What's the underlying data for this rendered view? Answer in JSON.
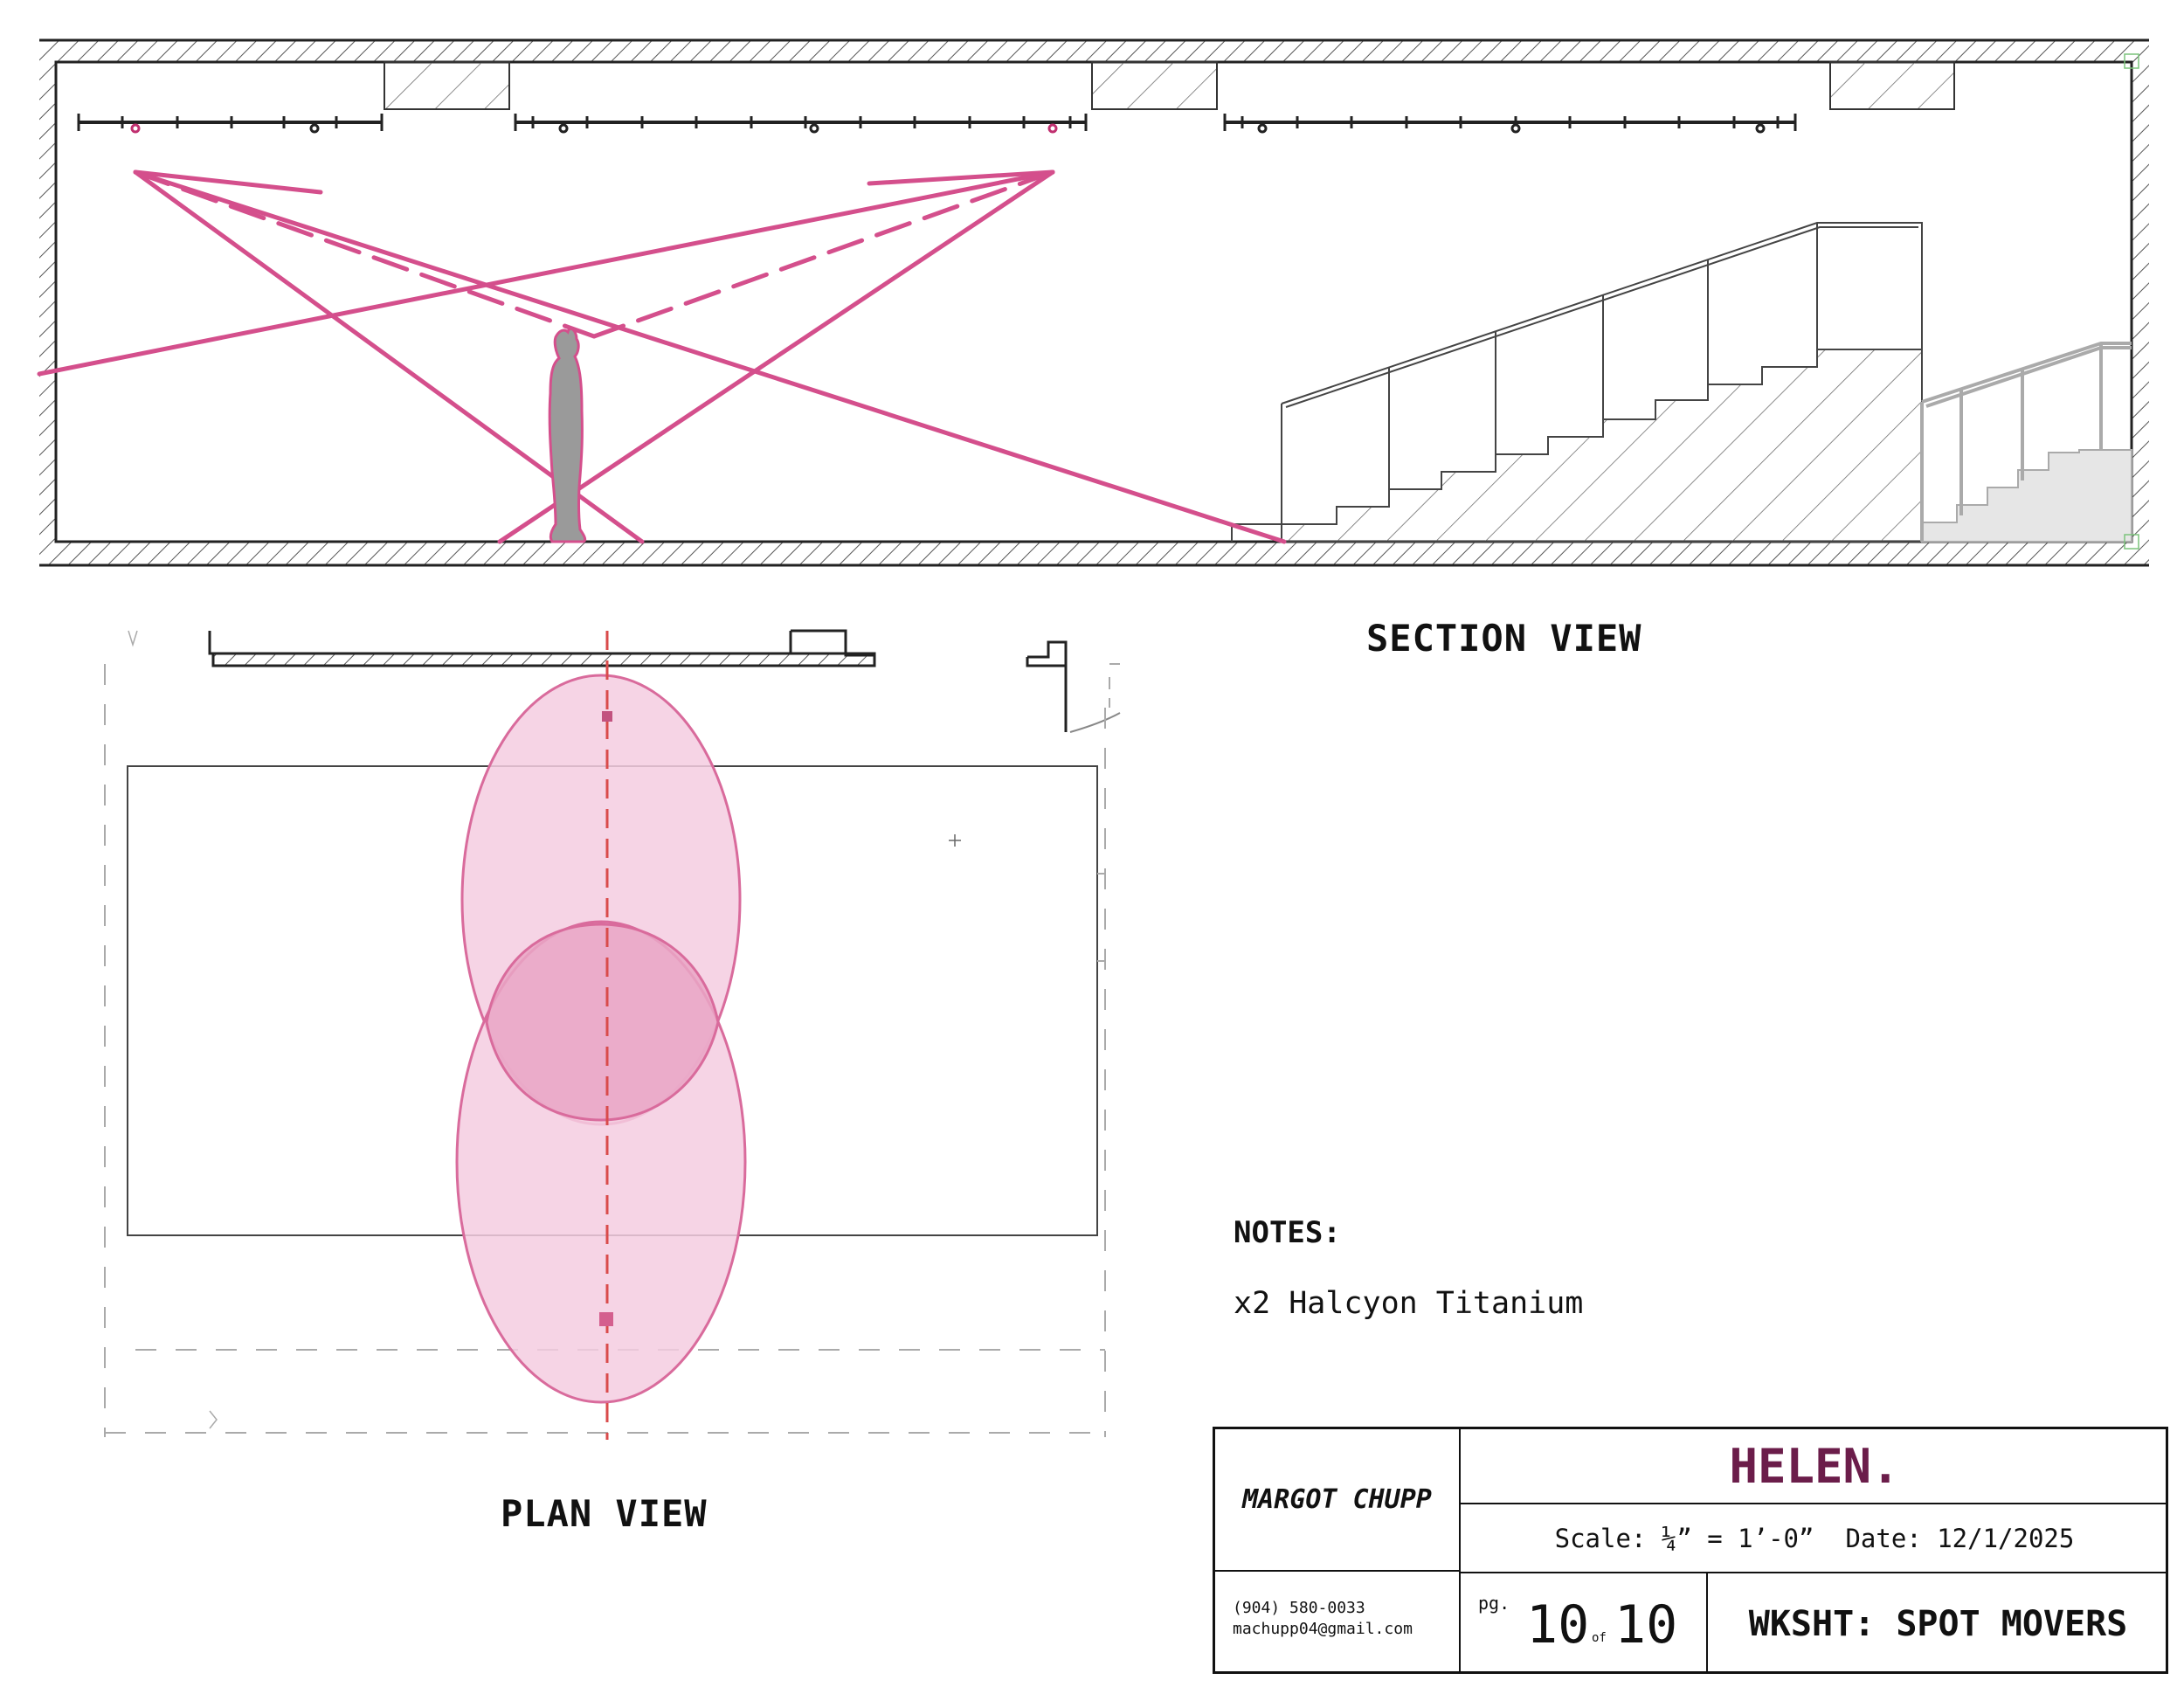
{
  "labels": {
    "section_view": "SECTION VIEW",
    "plan_view": "PLAN VIEW"
  },
  "notes": {
    "title": "NOTES:",
    "text": "x2 Halcyon Titanium"
  },
  "title_block": {
    "designer": "MARGOT CHUPP",
    "project": "HELEN.",
    "scale": "Scale: ¼” = 1’-0”",
    "date": "Date: 12/1/2025",
    "phone": "(904) 580-0033",
    "email": "machupp04@gmail.com",
    "page_prefix": "pg.",
    "page_number": "10",
    "page_of": "of",
    "page_total": "10",
    "sheet": "WKSHT: SPOT MOVERS"
  },
  "colors": {
    "accent": "#d44f8c",
    "project_title": "#6b1d4a",
    "beam_fill": "#f5cde0",
    "beam_overlap": "#e9a6c6",
    "figure": "#9a9a9a",
    "centerline": "#d94b4b"
  },
  "icons": {
    "figure": "human-figure-icon",
    "fixture": "moving-light-fixture-icon"
  }
}
